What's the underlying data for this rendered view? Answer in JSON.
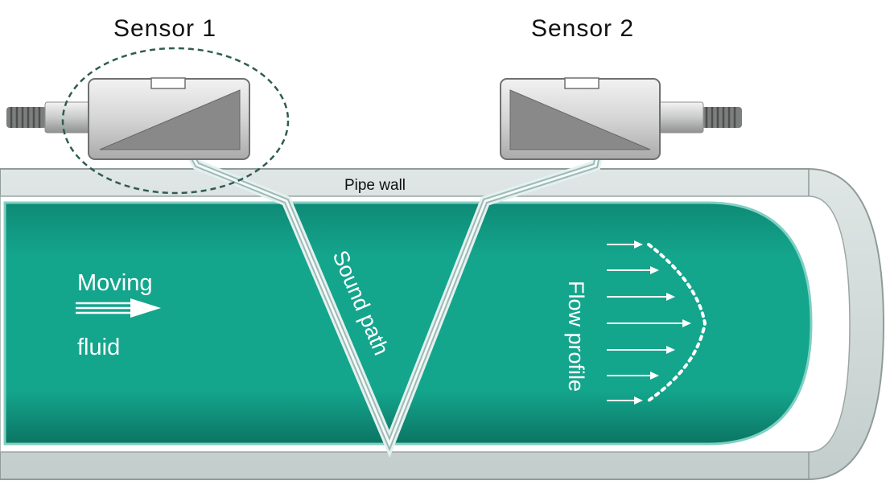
{
  "labels": {
    "sensor1": "Sensor 1",
    "sensor2": "Sensor 2",
    "pipe_wall": "Pipe wall",
    "moving": "Moving",
    "fluid": "fluid",
    "sound_path": "Sound path",
    "flow_profile": "Flow profile"
  },
  "colors": {
    "fluid": "#14a58d",
    "fluid_dark": "#0c7f6c",
    "pipe_wall": "#d2dbda",
    "pipe_outline": "#8f9c9a",
    "sensor_body": "#cfd0cf",
    "sensor_face": "#8a8b8a",
    "highlight_ellipse": "#2f5d50"
  },
  "icons": {
    "flow_arrow": "triple-line-arrow-icon",
    "profile_arrows": "arrow-right-icon",
    "connector": "threaded-connector-icon"
  }
}
